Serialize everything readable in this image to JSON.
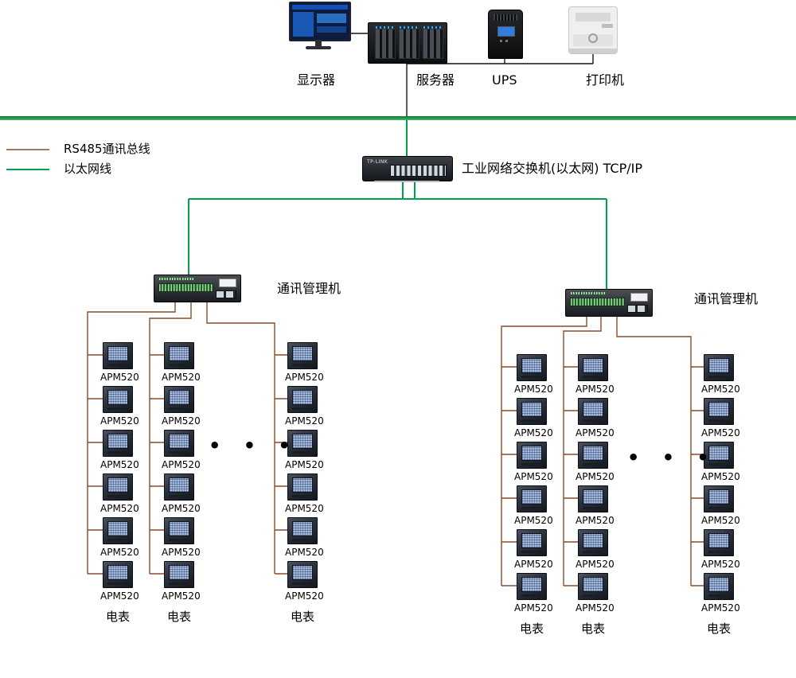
{
  "colors": {
    "ethernet_line": "#00A14B",
    "rs485_line": "#8B4A2B",
    "backbone_dark": "#0B7A33",
    "backbone_light": "#45B86E",
    "cable_black": "#151515"
  },
  "legend": {
    "items": [
      {
        "label": "RS485通讯总线",
        "line": "rs485"
      },
      {
        "label": "以太网线",
        "line": "ethernet"
      }
    ]
  },
  "top": {
    "monitor_label": "显示器",
    "server_label": "服务器",
    "ups_label": "UPS",
    "printer_label": "打印机"
  },
  "switch": {
    "label": "工业网络交换机(以太网) TCP/IP",
    "brand": "TP-LINK"
  },
  "groups": [
    {
      "manager_label": "通讯管理机",
      "dots": "• • •",
      "columns": [
        {
          "meters": [
            "APM520",
            "APM520",
            "APM520",
            "APM520",
            "APM520",
            "APM520"
          ],
          "footer": "电表"
        },
        {
          "meters": [
            "APM520",
            "APM520",
            "APM520",
            "APM520",
            "APM520",
            "APM520"
          ],
          "footer": "电表"
        },
        {
          "meters": [
            "APM520",
            "APM520",
            "APM520",
            "APM520",
            "APM520",
            "APM520"
          ],
          "footer": "电表"
        }
      ]
    },
    {
      "manager_label": "通讯管理机",
      "dots": "• • •",
      "columns": [
        {
          "meters": [
            "APM520",
            "APM520",
            "APM520",
            "APM520",
            "APM520",
            "APM520"
          ],
          "footer": "电表"
        },
        {
          "meters": [
            "APM520",
            "APM520",
            "APM520",
            "APM520",
            "APM520",
            "APM520"
          ],
          "footer": "电表"
        },
        {
          "meters": [
            "APM520",
            "APM520",
            "APM520",
            "APM520",
            "APM520",
            "APM520"
          ],
          "footer": "电表"
        }
      ]
    }
  ]
}
